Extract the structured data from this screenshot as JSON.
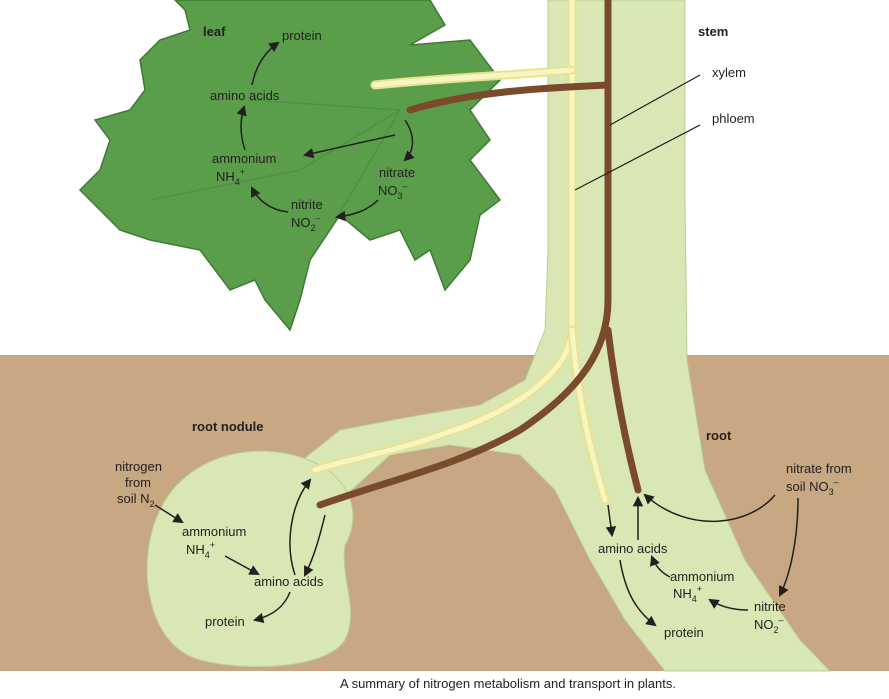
{
  "caption": "A summary of nitrogen metabolism and transport in plants.",
  "regions": {
    "leaf": "leaf",
    "stem": "stem",
    "root_nodule": "root nodule",
    "root": "root"
  },
  "vessels": {
    "xylem": "xylem",
    "phloem": "phloem"
  },
  "leaf_cycle": {
    "protein": "protein",
    "amino_acids": "amino acids",
    "ammonium": "ammonium",
    "ammonium_formula": "NH",
    "ammonium_sub": "4",
    "ammonium_sup": "+",
    "nitrate": "nitrate",
    "nitrate_formula": "NO",
    "nitrate_sub": "3",
    "nitrate_sup": "–",
    "nitrite": "nitrite",
    "nitrite_formula": "NO",
    "nitrite_sub": "2",
    "nitrite_sup": "–"
  },
  "nodule": {
    "nitrogen_line1": "nitrogen",
    "nitrogen_line2": "from",
    "nitrogen_line3": "soil N",
    "nitrogen_sub": "2",
    "ammonium": "ammonium",
    "ammonium_formula": "NH",
    "ammonium_sub": "4",
    "ammonium_sup": "+",
    "amino_acids": "amino acids",
    "protein": "protein"
  },
  "root_cycle": {
    "nitrate_line1": "nitrate from",
    "nitrate_line2": "soil NO",
    "nitrate_sub": "3",
    "nitrate_sup": "–",
    "nitrite": "nitrite",
    "nitrite_formula": "NO",
    "nitrite_sub": "2",
    "nitrite_sup": "–",
    "ammonium": "ammonium",
    "ammonium_formula": "NH",
    "ammonium_sub": "4",
    "ammonium_sup": "+",
    "amino_acids": "amino acids",
    "protein": "protein"
  },
  "colors": {
    "leaf": "#5a9e4b",
    "leaf_dark": "#3f7a35",
    "stem": "#d8e7b4",
    "soil": "#c7a882",
    "xylem": "#f3efa1",
    "phloem": "#7a4a2c",
    "sky": "#ffffff"
  }
}
